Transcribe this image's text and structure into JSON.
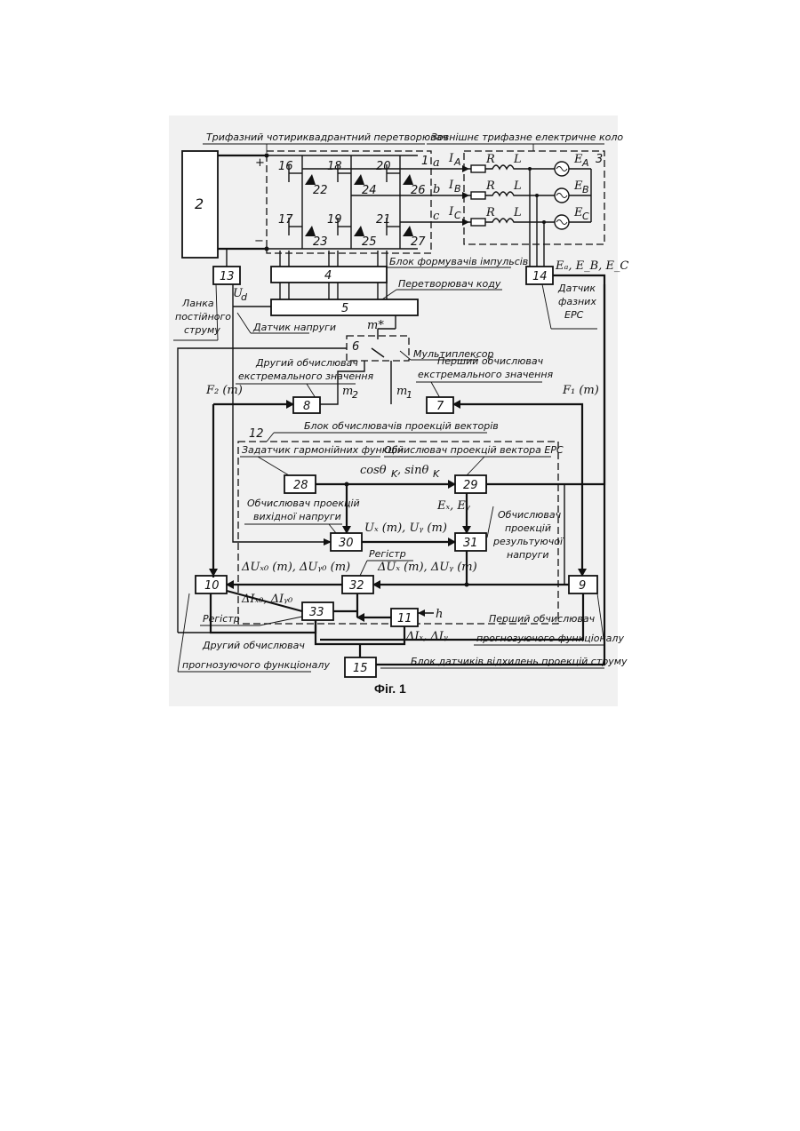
{
  "labels": {
    "converter_4q": "Трифазний чотириквадрантний перетворювач",
    "external_circuit": "Зовнішнє трифазне електричне коло",
    "pulse_former": "Блок формувачів імпульсів",
    "code_converter": "Перетворювач коду",
    "voltage_sensor": "Датчик напруги",
    "dc_link": [
      "Ланка",
      "постійного",
      "струму"
    ],
    "emf_sensor": [
      "Датчик",
      "фазних",
      "ЕРС"
    ],
    "multiplexer": "Мультиплексор",
    "second_extremum": [
      "Другий обчислювач",
      "екстремального значення"
    ],
    "first_extremum": [
      "Перший обчислювач",
      "екстремального значення"
    ],
    "vector_proj_block": "Блок обчислювачів проекцій векторів",
    "harmonic_setter": "Задатчик гармонійних функцій",
    "emf_proj_calc": "Обчислювач проекцій вектора ЕРС",
    "output_voltage_calc": [
      "Обчислювач проекцій",
      "вихідної напруги"
    ],
    "resulting_voltage_calc": [
      "Обчислювач",
      "проекцій",
      "результуючої",
      "напруги"
    ],
    "register_top": "Регістр",
    "register_bottom": "Регістр",
    "first_forecast": [
      "Перший обчислювач",
      "прогнозуючого функціоналу"
    ],
    "second_forecast": [
      "Другий обчислювач",
      "прогнозуючого функціоналу"
    ],
    "current_dev_sensors": "Блок датчиків відхилень проекцій струму",
    "caption": "Фіг. 1"
  },
  "blocks": [
    "2",
    "4",
    "5",
    "6",
    "7",
    "8",
    "9",
    "10",
    "11",
    "12",
    "13",
    "14",
    "15",
    "28",
    "29",
    "30",
    "31",
    "32",
    "33"
  ],
  "ref_numbers": [
    "16",
    "17",
    "18",
    "19",
    "20",
    "21",
    "22",
    "23",
    "24",
    "25",
    "26",
    "27",
    "1",
    "3",
    "+",
    "−"
  ],
  "phases": [
    "a",
    "b",
    "c"
  ],
  "symbols": {
    "ud": "U",
    "ud_sub": "d",
    "m_star": "m*",
    "m1": "m",
    "m1_sub": "1",
    "m2": "m",
    "m2_sub": "2",
    "f1": "F₁ (m)",
    "f2": "F₂ (m)",
    "cos_sin": "cosθ",
    "cos_sin_sub": "K",
    "sin": ", sinθ",
    "sin_sub": "K",
    "ex_ey": "Eₓ, Eᵧ",
    "ux_uy": "Uₓ (m), Uᵧ (m)",
    "du0": "ΔUₓ₀ (m), ΔUᵧ₀ (m)",
    "du": "ΔUₓ (m), ΔUᵧ (m)",
    "di0": "ΔIₓ₀, ΔIᵧ₀",
    "di": "ΔIₓ, ΔIᵧ",
    "h": "h",
    "emf_abc": "Eₐ, E_B, E_C",
    "i_a": "I",
    "i_a_sub": "A",
    "i_b": "I",
    "i_b_sub": "B",
    "i_c": "I",
    "i_c_sub": "C",
    "r": "R",
    "l": "L",
    "ea": "E",
    "ea_sub": "A",
    "eb": "E",
    "eb_sub": "B",
    "ec": "E",
    "ec_sub": "C"
  }
}
